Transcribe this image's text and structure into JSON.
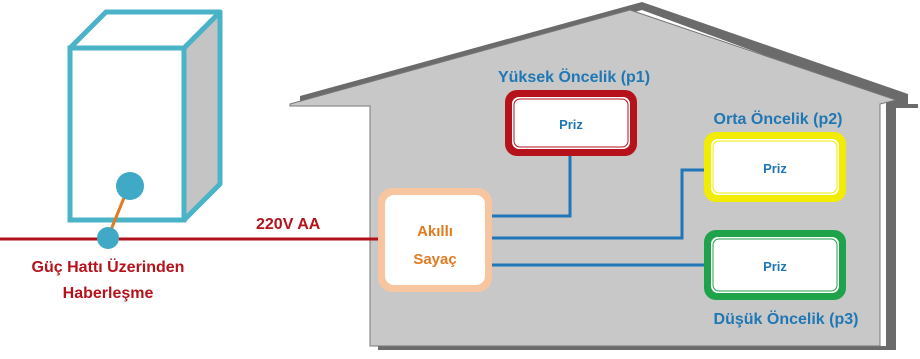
{
  "colors": {
    "house_fill": "#c8c8c8",
    "house_edge": "#6b6b6b",
    "box_outline": "#4ab3c8",
    "box_side": "#c4c4c4",
    "power_line": "#b0121b",
    "comm_line": "#2176b8",
    "meter_outline": "#f7c59f",
    "high_priority": "#b5121b",
    "mid_priority": "#f2ec00",
    "low_priority": "#1fa34a",
    "blue_text": "#1f77b4",
    "red_text": "#b5121b",
    "coupler_dot": "#3fa9c6",
    "coupler_link": "#e07b22"
  },
  "labels": {
    "plc_line1": "Güç Hattı Üzerinden",
    "plc_line2": "Haberleşme",
    "voltage": "220V AA",
    "meter_line1": "Akıllı",
    "meter_line2": "Sayaç",
    "high_title": "Yüksek Öncelik (p1)",
    "mid_title": "Orta Öncelik (p2)",
    "low_title": "Düşük Öncelik (p3)",
    "outlet_high": "Priz",
    "outlet_mid": "Priz",
    "outlet_low": "Priz"
  }
}
